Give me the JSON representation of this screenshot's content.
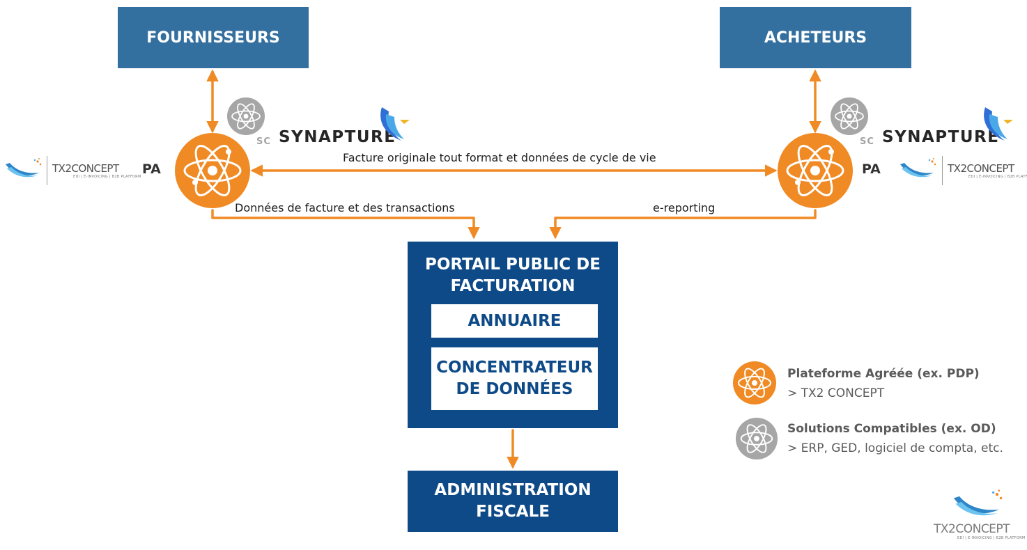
{
  "nodes": {
    "suppliers": "FOURNISSEURS",
    "buyers": "ACHETEURS",
    "portal_title": "PORTAIL PUBLIC DE FACTURATION",
    "directory": "ANNUAIRE",
    "concentrator": "CONCENTRATEUR DE DONNÉES",
    "tax_admin": "ADMINISTRATION FISCALE"
  },
  "edges": {
    "between_pa": "Facture originale tout format et données de cycle de vie",
    "left_to_portal": "Données de facture et des transactions",
    "right_to_portal": "e-reporting"
  },
  "platform_label": "PA",
  "logos": {
    "synapture_prefix": "SC",
    "synapture_name": "SYNAPTURE",
    "tx2_name": "TX2CONCEPT",
    "tx2_tagline": "EDI | E-INVOICING | B2B PLATFORM"
  },
  "legend": {
    "items": [
      {
        "title": "Plateforme Agréée (ex. PDP)",
        "subtitle": "> TX2 CONCEPT",
        "color": "#f08a24"
      },
      {
        "title": "Solutions Compatibles (ex. OD)",
        "subtitle": "> ERP, GED, logiciel de compta, etc.",
        "color": "#a6a6a6"
      }
    ]
  },
  "colors": {
    "arrow": "#f08a24",
    "box_light": "#336f9f",
    "box_dark": "#0e4a87",
    "compatible": "#a6a6a6"
  },
  "icons": {
    "platform": "atom-icon",
    "compatible": "atom-icon"
  }
}
